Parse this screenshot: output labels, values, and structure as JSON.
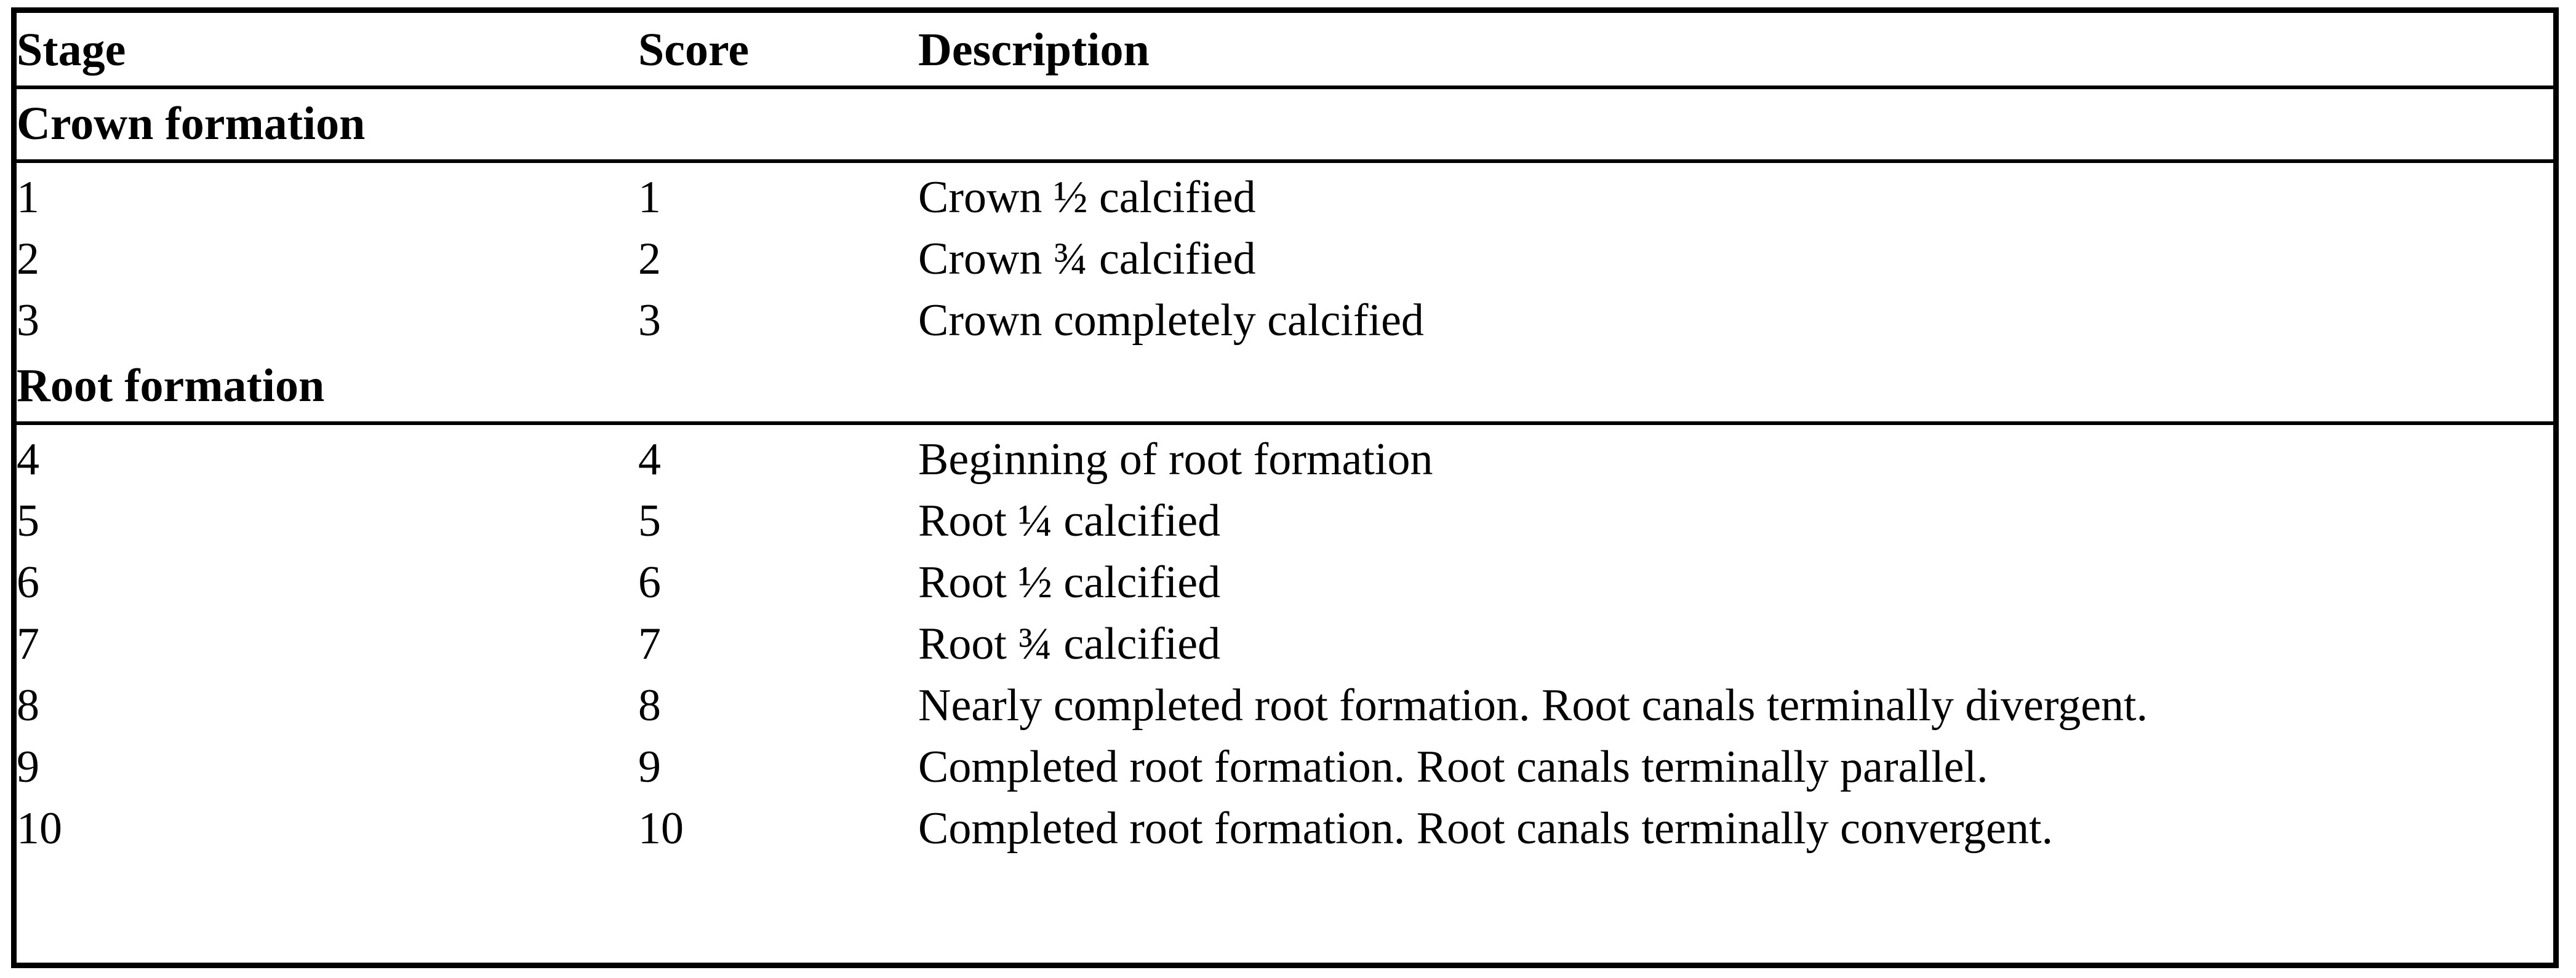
{
  "table": {
    "columns": [
      {
        "key": "stage",
        "label": "Stage"
      },
      {
        "key": "score",
        "label": "Score"
      },
      {
        "key": "description",
        "label": "Description"
      }
    ],
    "sections": [
      {
        "title": "Crown formation",
        "rows": [
          {
            "stage": "1",
            "score": "1",
            "description": "Crown ½ calcified"
          },
          {
            "stage": "2",
            "score": "2",
            "description": "Crown ¾ calcified"
          },
          {
            "stage": "3",
            "score": "3",
            "description": "Crown completely calcified"
          }
        ]
      },
      {
        "title": "Root formation",
        "rows": [
          {
            "stage": "4",
            "score": "4",
            "description": "Beginning of root formation"
          },
          {
            "stage": "5",
            "score": "5",
            "description": "Root ¼ calcified"
          },
          {
            "stage": "6",
            "score": "6",
            "description": "Root ½ calcified"
          },
          {
            "stage": "7",
            "score": "7",
            "description": "Root ¾ calcified"
          },
          {
            "stage": "8",
            "score": "8",
            "description": "Nearly completed root formation. Root canals terminally divergent."
          },
          {
            "stage": "9",
            "score": "9",
            "description": "Completed root formation. Root canals terminally parallel."
          },
          {
            "stage": "10",
            "score": "10",
            "description": "Completed root formation. Root canals terminally convergent."
          }
        ]
      }
    ]
  },
  "colors": {
    "border": "#000000",
    "text": "#000000",
    "background": "#ffffff"
  }
}
